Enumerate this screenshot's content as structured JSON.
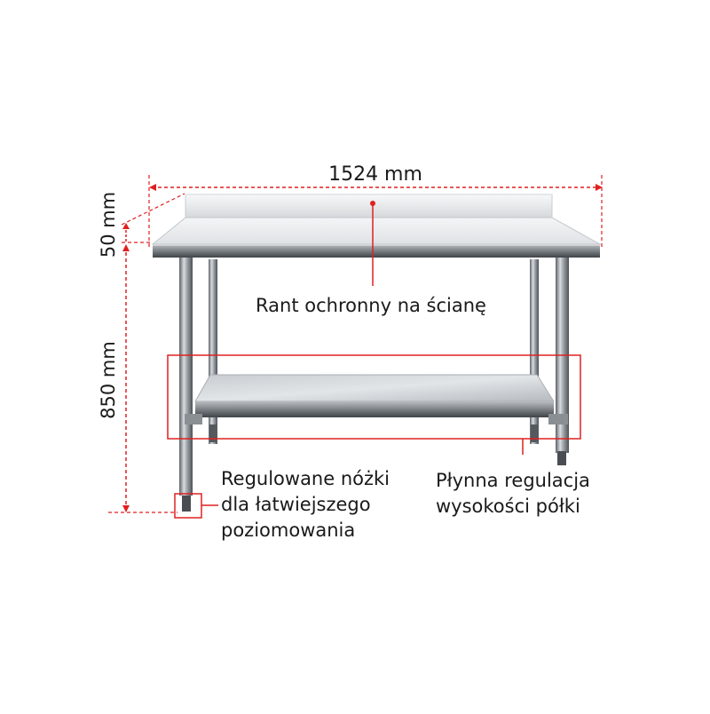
{
  "labels": {
    "width": "1524 mm",
    "upstand_height": "50 mm",
    "table_height": "850 mm",
    "upstand": "Rant ochronny na ścianę",
    "feet_line1": "Regulowane nóżki",
    "feet_line2": "dla łatwiejszego",
    "feet_line3": "poziomowania",
    "shelf_line1": "Płynna regulacja",
    "shelf_line2": "wysokości półki"
  },
  "colors": {
    "annotation": "#e02020",
    "steel_light": "#eef0f2",
    "steel_mid": "#c4c8cc",
    "steel_dark": "#6d7277",
    "text": "#1a1a1a"
  }
}
